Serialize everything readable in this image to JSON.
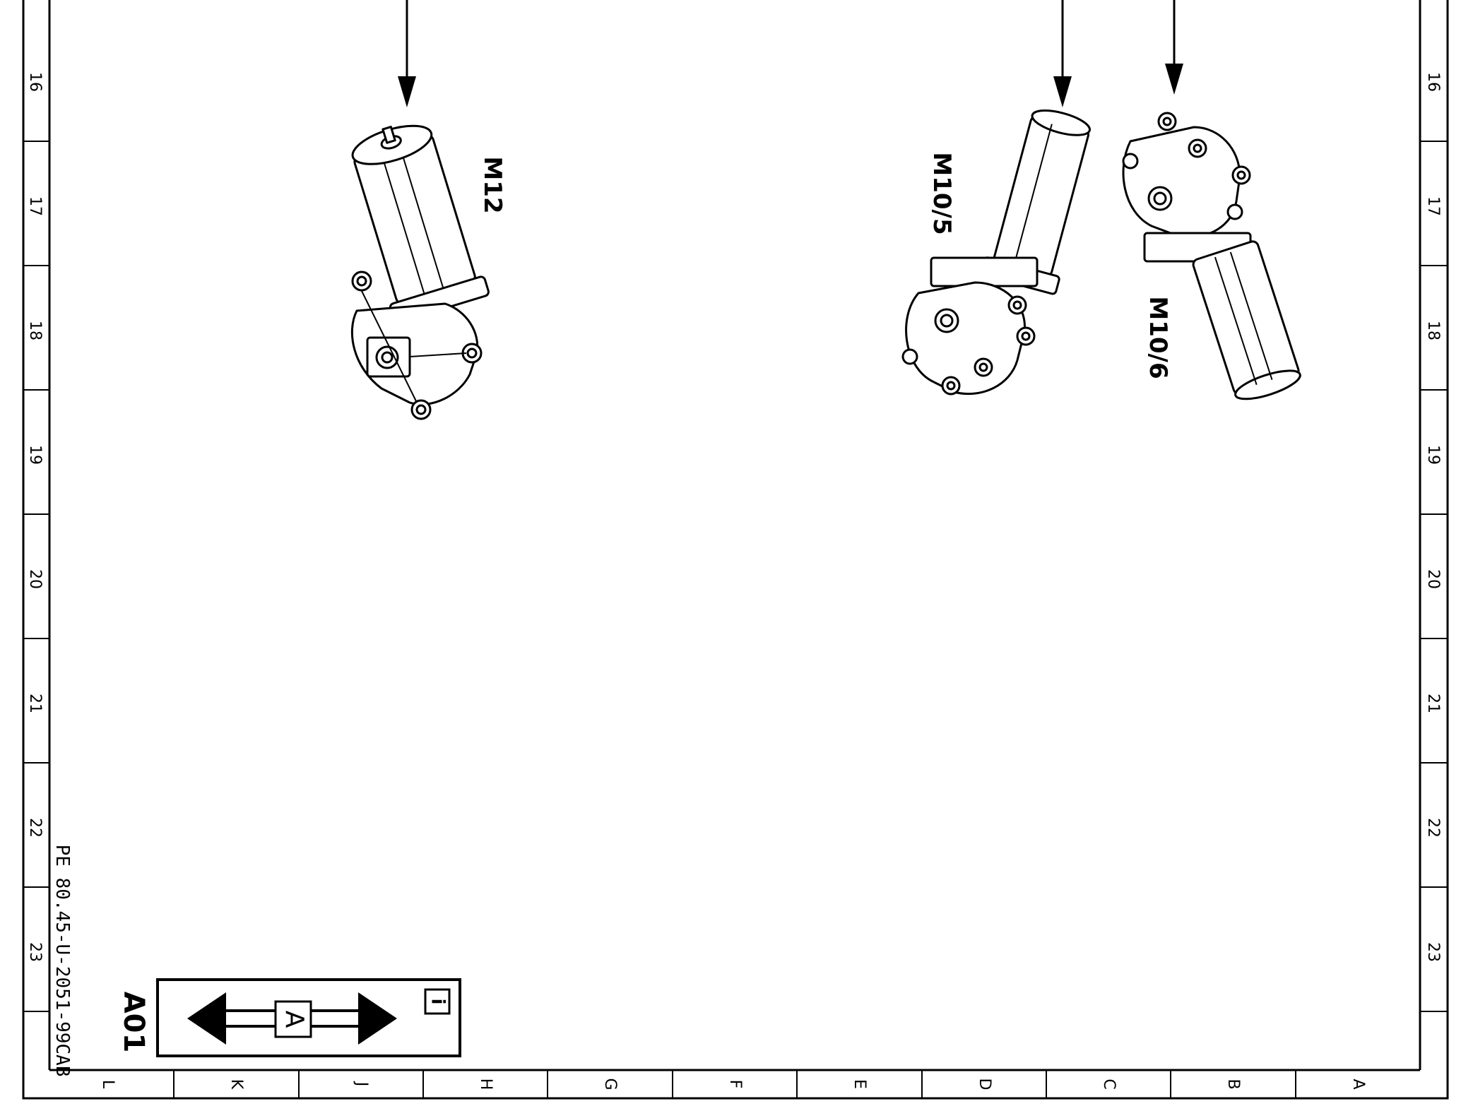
{
  "components": {
    "m12": {
      "label": "M12"
    },
    "m10_5": {
      "label": "M10/5"
    },
    "m10_6": {
      "label": "M10/6"
    }
  },
  "row_labels": [
    "16",
    "17",
    "18",
    "19",
    "20",
    "21",
    "22",
    "23"
  ],
  "column_labels": [
    "L",
    "K",
    "J",
    "H",
    "G",
    "F",
    "E",
    "D",
    "C",
    "B",
    "A"
  ],
  "drawing_number": "PE 80.45-U-2051-99CAB",
  "nav": {
    "sheet_code": "A01",
    "center_label": "A",
    "info_label": "i"
  }
}
